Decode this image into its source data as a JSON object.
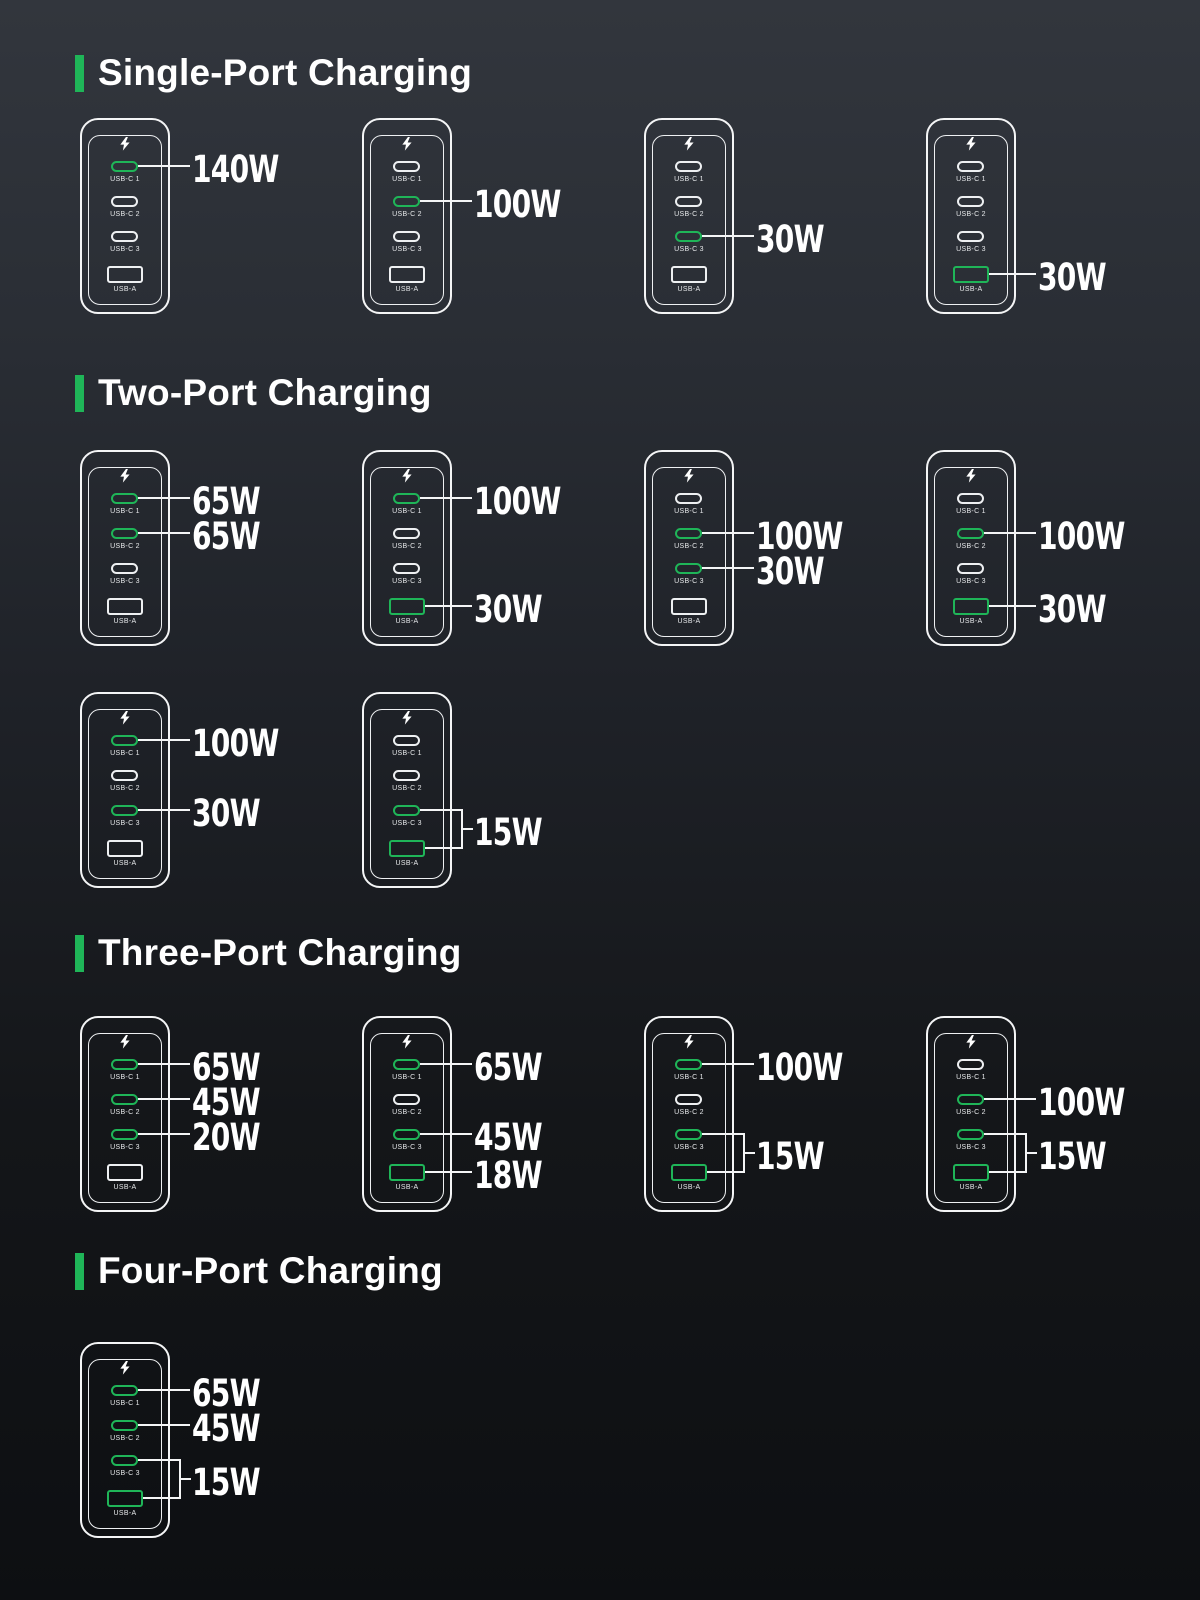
{
  "colors": {
    "accent_green": "#1FB558",
    "outline_white": "#F4F5F6",
    "background_top": "#32363D",
    "background_bottom": "#0D0F12",
    "text_white": "#FFFFFF"
  },
  "icons": {
    "power": "lightning-bolt-icon"
  },
  "port_labels": [
    "USB-C 1",
    "USB-C 2",
    "USB-C 3",
    "USB-A"
  ],
  "sections": [
    {
      "title": "Single-Port Charging",
      "rows": [
        {
          "chargers": [
            {
              "annotations": [
                {
                  "port": 0,
                  "watt": "140W"
                }
              ]
            },
            {
              "annotations": [
                {
                  "port": 1,
                  "watt": "100W"
                }
              ]
            },
            {
              "annotations": [
                {
                  "port": 2,
                  "watt": "30W"
                }
              ]
            },
            {
              "annotations": [
                {
                  "port": 3,
                  "watt": "30W"
                }
              ]
            }
          ]
        }
      ]
    },
    {
      "title": "Two-Port Charging",
      "rows": [
        {
          "chargers": [
            {
              "annotations": [
                {
                  "port": 0,
                  "watt": "65W"
                },
                {
                  "port": 1,
                  "watt": "65W"
                }
              ]
            },
            {
              "annotations": [
                {
                  "port": 0,
                  "watt": "100W"
                },
                {
                  "port": 3,
                  "watt": "30W"
                }
              ]
            },
            {
              "annotations": [
                {
                  "port": 1,
                  "watt": "100W"
                },
                {
                  "port": 2,
                  "watt": "30W"
                }
              ]
            },
            {
              "annotations": [
                {
                  "port": 1,
                  "watt": "100W"
                },
                {
                  "port": 3,
                  "watt": "30W"
                }
              ]
            }
          ]
        },
        {
          "chargers": [
            {
              "annotations": [
                {
                  "port": 0,
                  "watt": "100W"
                },
                {
                  "port": 2,
                  "watt": "30W"
                }
              ]
            },
            {
              "annotations": [
                {
                  "bracket": [
                    2,
                    3
                  ],
                  "watt": "15W"
                }
              ]
            }
          ]
        }
      ]
    },
    {
      "title": "Three-Port Charging",
      "rows": [
        {
          "chargers": [
            {
              "annotations": [
                {
                  "port": 0,
                  "watt": "65W"
                },
                {
                  "port": 1,
                  "watt": "45W"
                },
                {
                  "port": 2,
                  "watt": "20W"
                }
              ]
            },
            {
              "annotations": [
                {
                  "port": 0,
                  "watt": "65W"
                },
                {
                  "port": 2,
                  "watt": "45W"
                },
                {
                  "port": 3,
                  "watt": "18W"
                }
              ]
            },
            {
              "annotations": [
                {
                  "port": 0,
                  "watt": "100W"
                },
                {
                  "bracket": [
                    2,
                    3
                  ],
                  "watt": "15W"
                }
              ]
            },
            {
              "annotations": [
                {
                  "port": 1,
                  "watt": "100W"
                },
                {
                  "bracket": [
                    2,
                    3
                  ],
                  "watt": "15W"
                }
              ]
            }
          ]
        }
      ]
    },
    {
      "title": "Four-Port Charging",
      "rows": [
        {
          "chargers": [
            {
              "annotations": [
                {
                  "port": 0,
                  "watt": "65W"
                },
                {
                  "port": 1,
                  "watt": "45W"
                },
                {
                  "bracket": [
                    2,
                    3
                  ],
                  "watt": "15W"
                }
              ]
            }
          ]
        }
      ]
    }
  ]
}
